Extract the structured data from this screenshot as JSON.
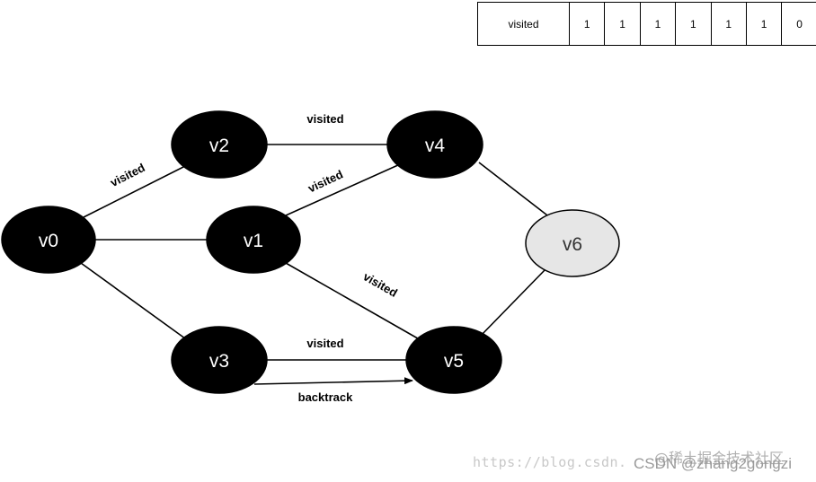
{
  "visited_table": {
    "label": "visited",
    "values": [
      "1",
      "1",
      "1",
      "1",
      "1",
      "1",
      "0"
    ]
  },
  "nodes": {
    "v0": {
      "label": "v0",
      "state": "visited"
    },
    "v1": {
      "label": "v1",
      "state": "visited"
    },
    "v2": {
      "label": "v2",
      "state": "visited"
    },
    "v3": {
      "label": "v3",
      "state": "visited"
    },
    "v4": {
      "label": "v4",
      "state": "visited"
    },
    "v5": {
      "label": "v5",
      "state": "visited"
    },
    "v6": {
      "label": "v6",
      "state": "unvisited"
    }
  },
  "edges": [
    {
      "from": "v0",
      "to": "v2",
      "label": "visited"
    },
    {
      "from": "v0",
      "to": "v1",
      "label": ""
    },
    {
      "from": "v0",
      "to": "v3",
      "label": ""
    },
    {
      "from": "v2",
      "to": "v4",
      "label": "visited"
    },
    {
      "from": "v1",
      "to": "v4",
      "label": "visited"
    },
    {
      "from": "v1",
      "to": "v5",
      "label": "visited"
    },
    {
      "from": "v3",
      "to": "v5",
      "label": "visited"
    },
    {
      "from": "v4",
      "to": "v6",
      "label": ""
    },
    {
      "from": "v5",
      "to": "v6",
      "label": ""
    }
  ],
  "backtrack_label": "backtrack",
  "colors": {
    "visited_fill": "#000000",
    "visited_text": "#ffffff",
    "unvisited_fill": "#e6e6e6",
    "unvisited_text": "#333333"
  },
  "watermark": {
    "url": "https://blog.csdn.",
    "csdn": "CSDN @zhang2gongzi",
    "site": "@稀土掘金技术社区"
  }
}
